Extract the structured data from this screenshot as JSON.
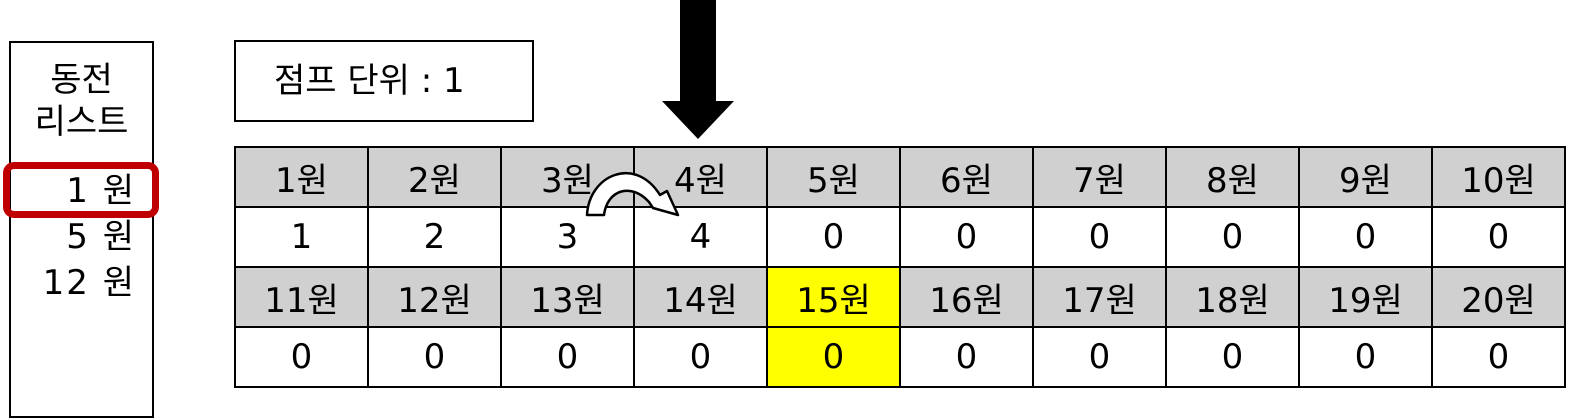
{
  "coin_list": {
    "title_line1": "동전",
    "title_line2": "리스트",
    "coins": [
      "1 원",
      "5 원",
      "12 원"
    ]
  },
  "jump_unit_label": "점프 단위 : 1",
  "table": {
    "rows": [
      {
        "kind": "header",
        "cells": [
          "1원",
          "2원",
          "3원",
          "4원",
          "5원",
          "6원",
          "7원",
          "8원",
          "9원",
          "10원"
        ]
      },
      {
        "kind": "value",
        "cells": [
          "1",
          "2",
          "3",
          "4",
          "0",
          "0",
          "0",
          "0",
          "0",
          "0"
        ]
      },
      {
        "kind": "header",
        "cells": [
          "11원",
          "12원",
          "13원",
          "14원",
          "15원",
          "16원",
          "17원",
          "18원",
          "19원",
          "20원"
        ]
      },
      {
        "kind": "value",
        "cells": [
          "0",
          "0",
          "0",
          "0",
          "0",
          "0",
          "0",
          "0",
          "0",
          "0"
        ]
      }
    ],
    "highlight_column_index": 4,
    "highlight_rows": [
      2,
      3
    ]
  },
  "colors": {
    "highlight_fill": "#ffff00",
    "header_fill": "#d0d0d0",
    "selection_border": "#c00000"
  }
}
